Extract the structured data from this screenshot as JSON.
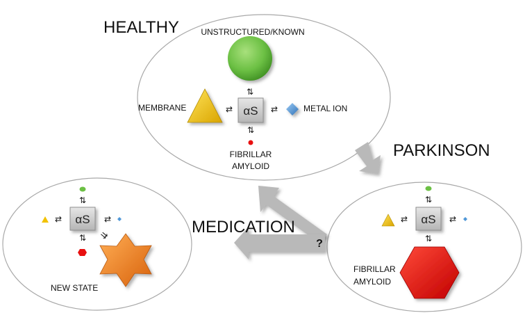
{
  "states": {
    "healthy": "HEALTHY",
    "parkinson": "PARKINSON",
    "medication": "MEDICATION",
    "question": "?"
  },
  "protein": "αS",
  "healthy_panel": {
    "top": "UNSTRUCTURED/KNOWN",
    "left": "MEMBRANE",
    "right": "METAL ION",
    "bottom_line1": "FIBRILLAR",
    "bottom_line2": "AMYLOID"
  },
  "parkinson_panel": {
    "bottom_line1": "FIBRILLAR",
    "bottom_line2": "AMYLOID"
  },
  "medication_panel": {
    "new_state": "NEW STATE"
  },
  "glyphs": {
    "equilibrium_h": "⇄",
    "equilibrium_v": "⇅",
    "equilibrium_diag": "⇉"
  },
  "colors": {
    "unstructured": "#6cc044",
    "membrane": "#f2c200",
    "metal_ion": "#4f97d8",
    "fibrillar": "#e81010",
    "new_state": "#f07f1e",
    "arrow": "#b9b9b9",
    "ellipse_stroke": "#a8a8a8",
    "protein_box": "#cfcfcf"
  }
}
